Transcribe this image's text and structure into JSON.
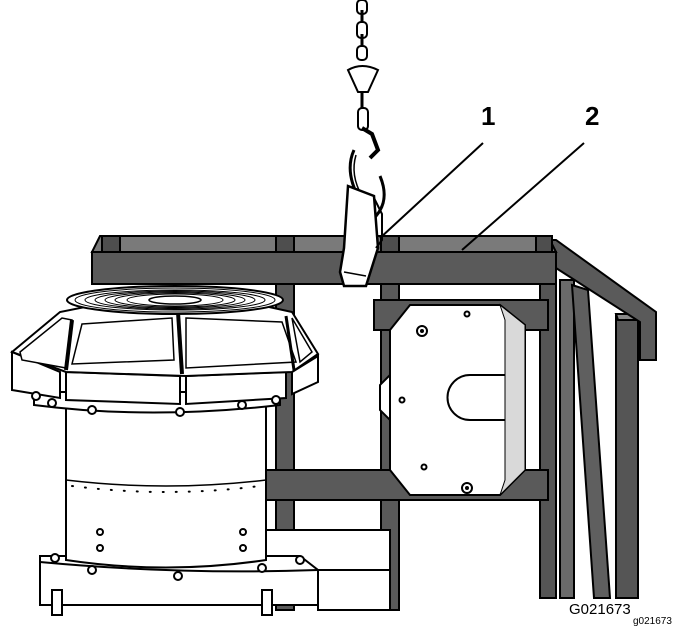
{
  "callouts": [
    {
      "label": "1",
      "target": "lifting-strap"
    },
    {
      "label": "2",
      "target": "crate-frame"
    }
  ],
  "figure_id": "G021673",
  "figure_id_small": "g021673",
  "colors": {
    "frame_dark": "#555555",
    "frame_mid": "#6e6e6e",
    "outline": "#000000",
    "paper": "#ffffff",
    "shade": "#d9d9d9"
  }
}
